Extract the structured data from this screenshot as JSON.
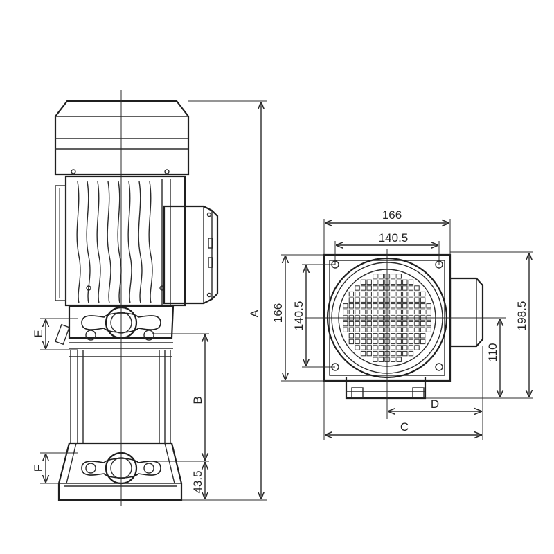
{
  "drawing": {
    "colors": {
      "line": "#2b2b2b",
      "background": "#ffffff"
    },
    "side_view": {
      "labels": {
        "A": "A",
        "B": "B",
        "E": "E",
        "F": "F",
        "base_height": "43.5"
      }
    },
    "top_view": {
      "labels": {
        "width_outer": "166",
        "width_inner": "140.5",
        "height_outer": "166",
        "height_inner": "140.5",
        "total_height": "198.5",
        "center_height": "110",
        "C": "C",
        "D": "D"
      }
    }
  }
}
